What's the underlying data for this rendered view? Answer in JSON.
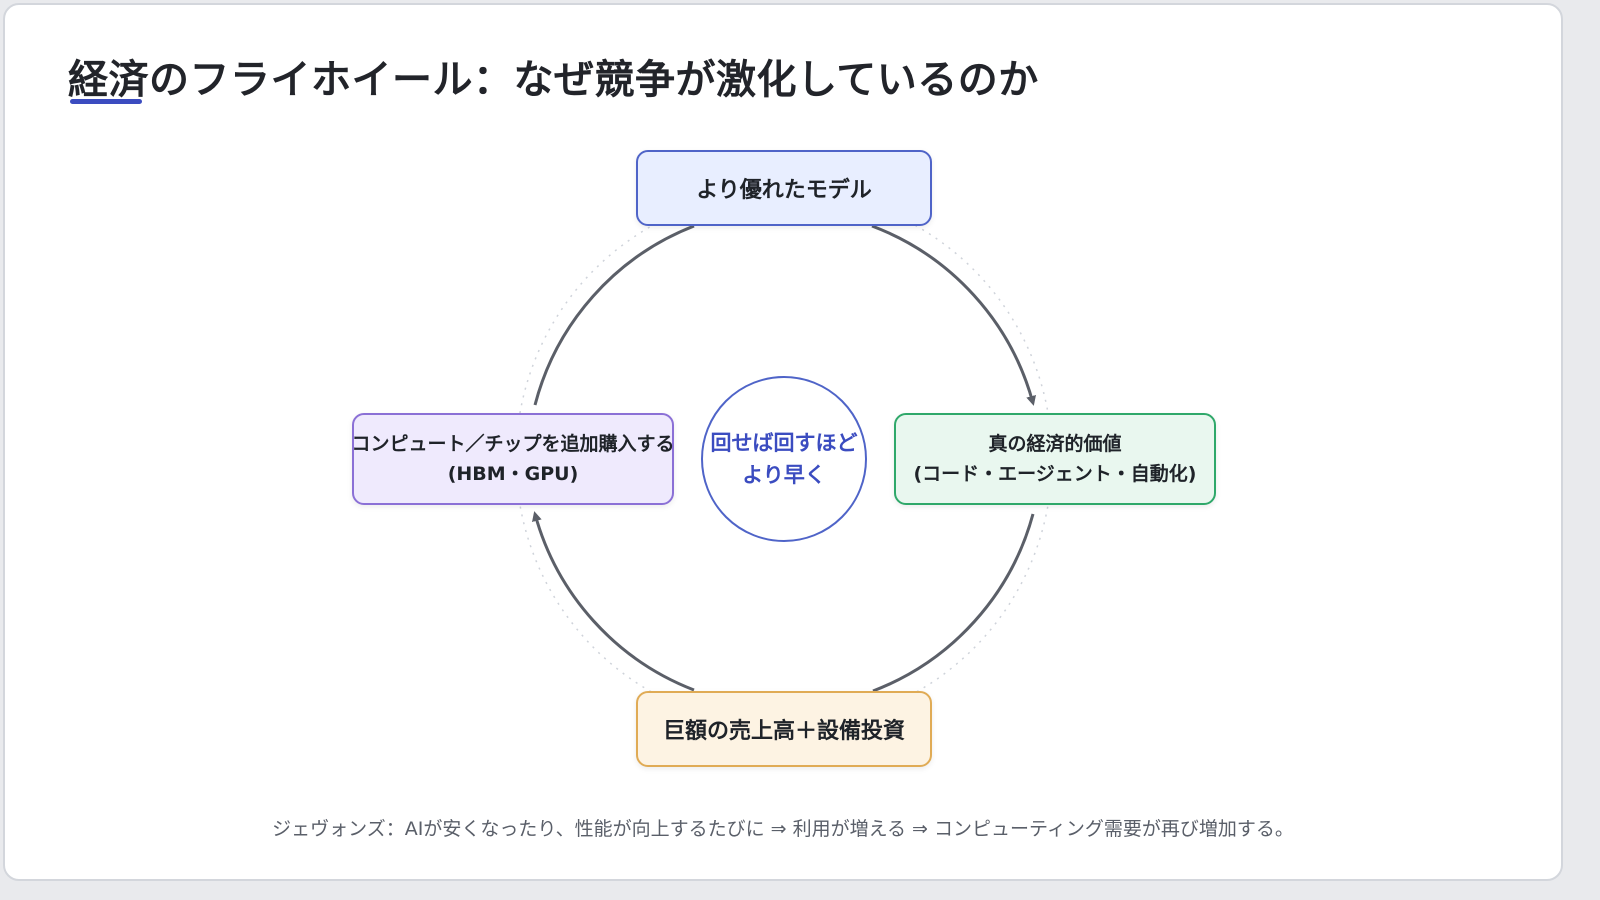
{
  "title": "経済のフライホイール：なぜ競争が激化しているのか",
  "colors": {
    "accent": "#3b4cc0",
    "arrow": "#5b5f68",
    "top_box": "#e8eeff",
    "right_box": "#e9f7ef",
    "bottom_box": "#fdf3e3",
    "left_box": "#efeafd"
  },
  "cycle": {
    "top": {
      "line1": "より優れたモデル"
    },
    "right": {
      "line1": "真の経済的価値",
      "line2": "(コード・エージェント・自動化)"
    },
    "bottom": {
      "line1": "巨額の売上高＋設備投資"
    },
    "left": {
      "line1": "コンピュート／チップを追加購入する",
      "line2": "(HBM・GPU)"
    }
  },
  "hub": {
    "line1": "回せば回すほど",
    "line2": "より早く"
  },
  "footer": "ジェヴォンズ：AIが安くなったり、性能が向上するたびに ⇒ 利用が増える ⇒ コンピューティング需要が再び増加する。"
}
